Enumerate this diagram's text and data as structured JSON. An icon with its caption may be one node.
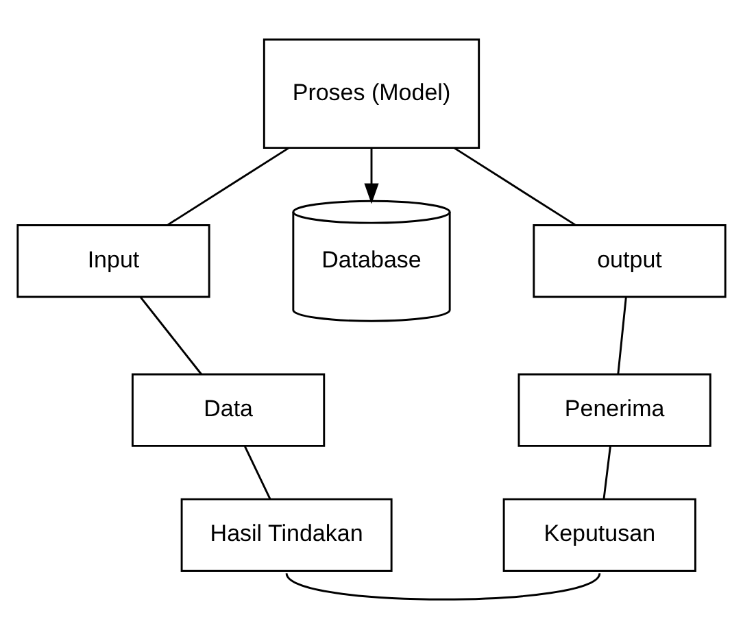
{
  "diagram": {
    "nodes": [
      {
        "text": [
          "Proses (Model)"
        ]
      },
      {
        "text": [
          "Input"
        ]
      },
      {
        "text": [
          "output"
        ]
      },
      {
        "text": [
          "Database"
        ]
      },
      {
        "text": [
          "Data"
        ]
      },
      {
        "text": [
          "Penerima"
        ]
      },
      {
        "text": [
          "Hasil Tindakan"
        ]
      },
      {
        "text": [
          "Keputusan"
        ]
      }
    ],
    "edges": [
      {
        "from": 0,
        "to": 1,
        "arrow": "none"
      },
      {
        "from": 0,
        "to": 3,
        "arrow": "to"
      },
      {
        "from": 0,
        "to": 2,
        "arrow": "none"
      },
      {
        "from": 1,
        "to": 4,
        "arrow": "none"
      },
      {
        "from": 2,
        "to": 5,
        "arrow": "none"
      },
      {
        "from": 4,
        "to": 6,
        "arrow": "none"
      },
      {
        "from": 5,
        "to": 7,
        "arrow": "none"
      },
      {
        "from": 6,
        "to": 7,
        "arrow": "none"
      }
    ]
  }
}
